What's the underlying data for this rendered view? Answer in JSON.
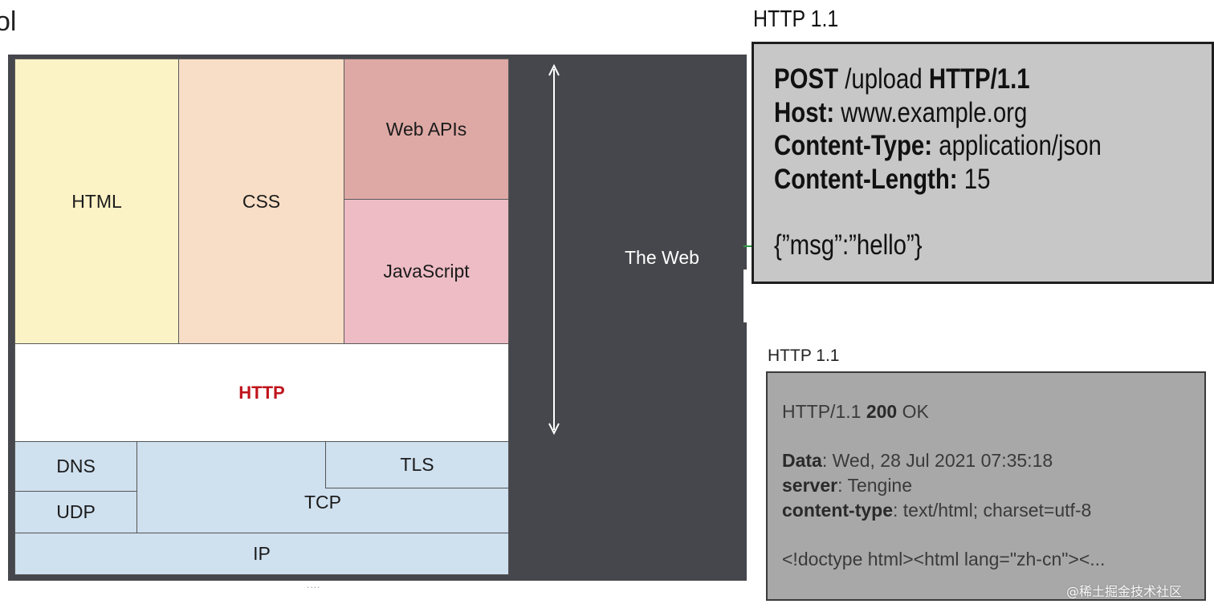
{
  "header": {
    "cropped_title": "ol"
  },
  "stack": {
    "html": "HTML",
    "css": "CSS",
    "web_apis": "Web APIs",
    "javascript": "JavaScript",
    "http": "HTTP",
    "dns": "DNS",
    "udp": "UDP",
    "tcp": "TCP",
    "tls": "TLS",
    "ip": "IP",
    "web_label": "The Web",
    "dots": "...."
  },
  "request": {
    "title": "HTTP 1.1",
    "line1_method": "POST",
    "line1_path": " /upload ",
    "line1_version": "HTTP/1.1",
    "host_key": "Host:",
    "host_val": " www.example.org",
    "ctype_key": "Content-Type:",
    "ctype_val": " application/json",
    "clen_key": "Content-Length:",
    "clen_val": " 15",
    "body": "{”msg”:”hello”}"
  },
  "response": {
    "title": "HTTP 1.1",
    "status_pre": "HTTP/1.1 ",
    "status_code": "200",
    "status_text": " OK",
    "data_key": "Data",
    "data_val": ": Wed, 28 Jul 2021 07:35:18",
    "server_key": "server",
    "server_val": ": Tengine",
    "ctype_key": "content-type",
    "ctype_val": ": text/html; charset=utf-8",
    "body": "<!doctype html><html lang=\"zh-cn\"><..."
  },
  "watermark": "@稀土掘金技术社区",
  "colors": {
    "web_panel": "#46474c",
    "html": "#fbf2c6",
    "css": "#f8dec6",
    "web_apis": "#dea9a5",
    "javascript": "#eebcc5",
    "http_text": "#c0141c",
    "network": "#cfe0ef",
    "request_box": "#c7c7c7",
    "response_box": "#a8a8a8"
  }
}
